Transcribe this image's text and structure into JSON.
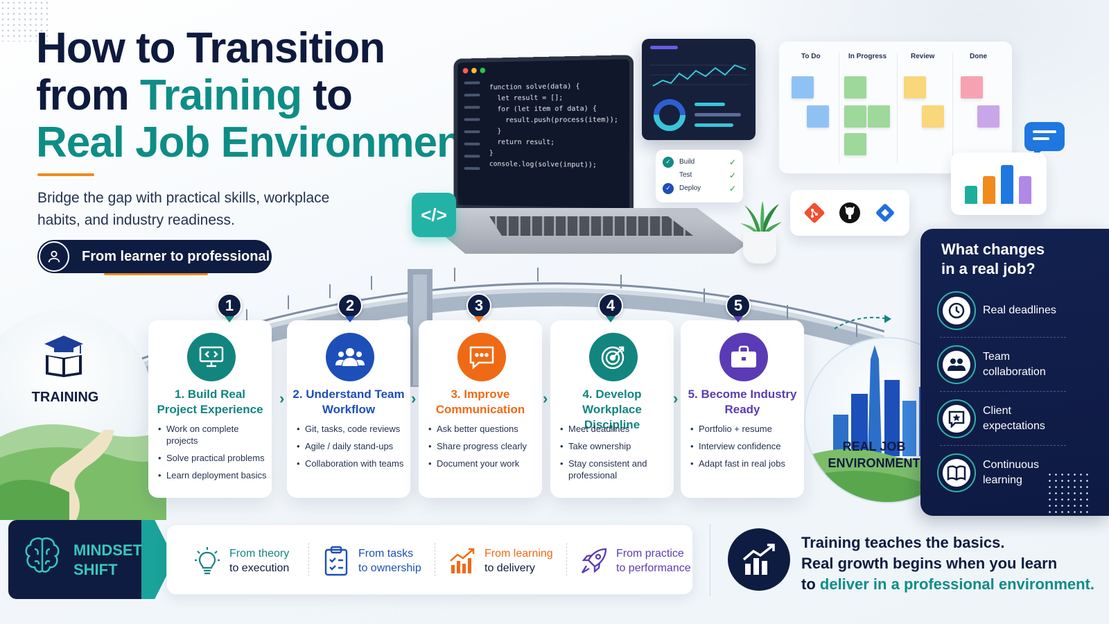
{
  "title": {
    "line1": "How to Transition",
    "line2_a": "from ",
    "line2_b": "Training",
    "line2_c": " to",
    "line3": "Real Job Environment"
  },
  "subtitle": "Bridge the gap with practical skills, workplace habits, and industry readiness.",
  "pill_label": "From learner to professional",
  "code_tile_glyph": "</>",
  "laptop_code": "function solve(data) {\n  let result = [];\n  for (let item of data) {\n    result.push(process(item));\n  }\n  return result;\n}\nconsole.log(solve(input));",
  "build_panel": [
    {
      "label": "Build"
    },
    {
      "label": "Test"
    },
    {
      "label": "Deploy"
    }
  ],
  "kanban_columns": [
    "To Do",
    "In Progress",
    "Review",
    "Done"
  ],
  "tools": [
    "git-icon",
    "github-icon",
    "jira-icon"
  ],
  "training_label": "TRAINING",
  "steps": [
    {
      "num": "1",
      "title": "1. Build Real Project Experience",
      "color": "#12857f",
      "items": [
        "Work on complete projects",
        "Solve practical problems",
        "Learn deployment basics"
      ]
    },
    {
      "num": "2",
      "title": "2. Understand Team Workflow",
      "color": "#1d4fb8",
      "items": [
        "Git, tasks, code reviews",
        "Agile / daily stand-ups",
        "Collaboration with teams"
      ]
    },
    {
      "num": "3",
      "title": "3. Improve Communication",
      "color": "#ef6a14",
      "items": [
        "Ask better questions",
        "Share progress clearly",
        "Document your work"
      ]
    },
    {
      "num": "4",
      "title": "4. Develop Workplace Discipline",
      "color": "#12857f",
      "items": [
        "Meet deadlines",
        "Take ownership",
        "Stay consistent and professional"
      ]
    },
    {
      "num": "5",
      "title": "5. Become Industry Ready",
      "color": "#5b3bb5",
      "items": [
        "Portfolio + resume",
        "Interview confidence",
        "Adapt fast in real jobs"
      ]
    }
  ],
  "real_job_label_1": "REAL JOB",
  "real_job_label_2": "ENVIRONMENT",
  "right_panel": {
    "title": "What changes in a real job?",
    "items": [
      {
        "label": "Real deadlines",
        "icon": "clock-icon"
      },
      {
        "label": "Team collaboration",
        "icon": "team-icon"
      },
      {
        "label": "Client expectations",
        "icon": "star-chat-icon"
      },
      {
        "label": "Continuous learning",
        "icon": "book-icon"
      }
    ]
  },
  "mindset": {
    "line1": "MINDSET",
    "line2": "SHIFT"
  },
  "shifts": [
    {
      "line1": "From theory",
      "line2": "to execution",
      "color": "#12857f",
      "icon": "lightbulb-icon"
    },
    {
      "line1": "From tasks",
      "line2": "to ownership",
      "color": "#1d4fb8",
      "icon": "clipboard-icon"
    },
    {
      "line1": "From learning",
      "line2": "to delivery",
      "color": "#ef6a14",
      "icon": "growth-chart-icon"
    },
    {
      "line1": "From practice",
      "line2": "to performance",
      "color": "#5b3bb5",
      "icon": "rocket-icon"
    }
  ],
  "quote": {
    "line1": "Training teaches the basics.",
    "line2": "Real growth begins when you learn",
    "line3_a": "to ",
    "line3_b": "deliver in a professional environment."
  },
  "colors": {
    "navy": "#0f1c42",
    "teal": "#0e8d86",
    "orange": "#f28a1c"
  }
}
